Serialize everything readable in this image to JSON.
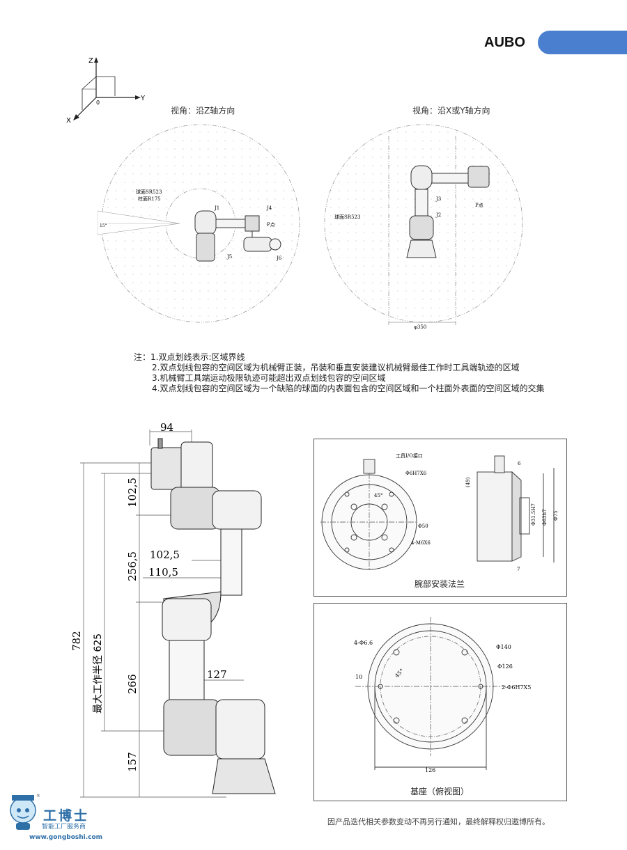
{
  "header": {
    "brand": "AUBO",
    "accent_color": "#4a7fcf"
  },
  "axes": {
    "z": "Z",
    "y": "Y",
    "x": "X",
    "origin": "0"
  },
  "views": {
    "left_caption": "视角：沿Z轴方向",
    "right_caption": "视角：沿X或Y轴方向",
    "left_labels": {
      "sphere": "球面SR523",
      "cylinder": "柱面R175",
      "j1": "J1",
      "j4": "J4",
      "p": "P点",
      "j5": "J5",
      "j6": "J6",
      "angle": "15°"
    },
    "right_labels": {
      "j3": "J3",
      "j2": "J2",
      "p": "P点",
      "sphere": "球面SR523",
      "dia": "φ350"
    }
  },
  "notes": [
    "注：1.双点划线表示:区域界线",
    "2.双点划线包容的空间区域为机械臂正装，吊装和垂直安装建议机械臂最佳工作时工具端轨迹的区域",
    "3.机械臂工具端运动极限轨迹可能超出双点划线包容的空间区域",
    "4.双点划线包容的空间区域为一个缺陷的球面的内表面包含的空间区域和一个柱面外表面的空间区域的交集"
  ],
  "side_dims": {
    "d94": "94",
    "d102_5a": "102,5",
    "d256_5": "256,5",
    "d102_5b": "102,5",
    "d110_5": "110,5",
    "d266": "266",
    "d127": "127",
    "d157": "157",
    "d782": "782",
    "d625": "最大工作半径 625"
  },
  "flange": {
    "title": "腕部安装法兰",
    "io": "工具I/O接口",
    "h1": "Φ6H7X6",
    "a45": "45°",
    "d50": "Φ50",
    "m6": "4-M6X6",
    "d49": "(49)",
    "d6": "6",
    "d31": "Φ31.5H7",
    "d63": "Φ63h7",
    "d75": "Φ75",
    "d7": "7"
  },
  "base": {
    "title": "基座（俯视图）",
    "h4": "4-Φ6.6",
    "a45": "45°",
    "d10": "10",
    "d140": "Φ140",
    "d126": "Φ126",
    "h2": "2-Φ6H7X5",
    "w126": "126"
  },
  "logo": {
    "name": "工博士",
    "slogan": "智能工厂服务商",
    "url": "www.gongboshi.com",
    "reg": "®"
  },
  "footer": "因产品迭代相关参数变动不再另行通知，最终解释权归遨博所有。"
}
